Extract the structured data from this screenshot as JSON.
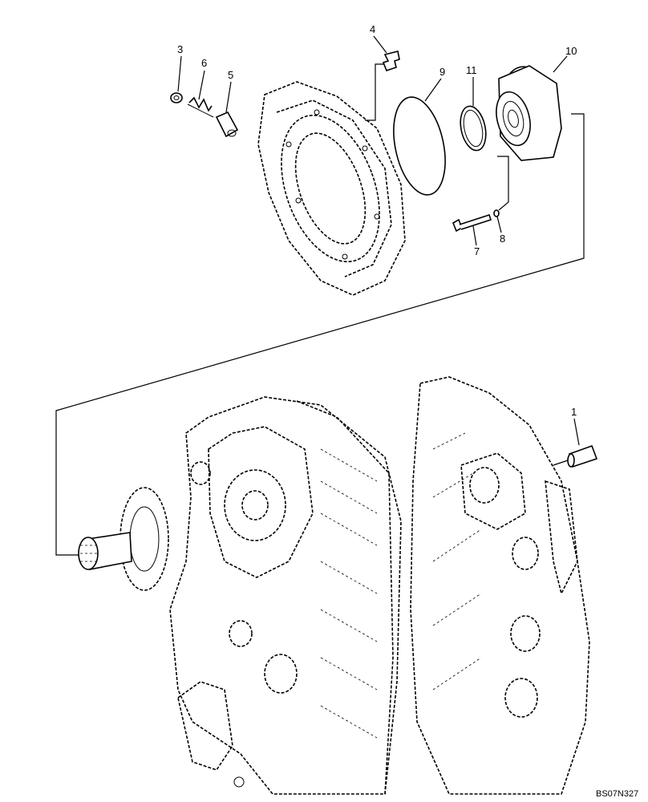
{
  "callouts": {
    "c1": "1",
    "c3": "3",
    "c4": "4",
    "c5": "5",
    "c6": "6",
    "c7": "7",
    "c8": "8",
    "c9": "9",
    "c10": "10",
    "c11": "11"
  },
  "reference_code": "BS07N327"
}
